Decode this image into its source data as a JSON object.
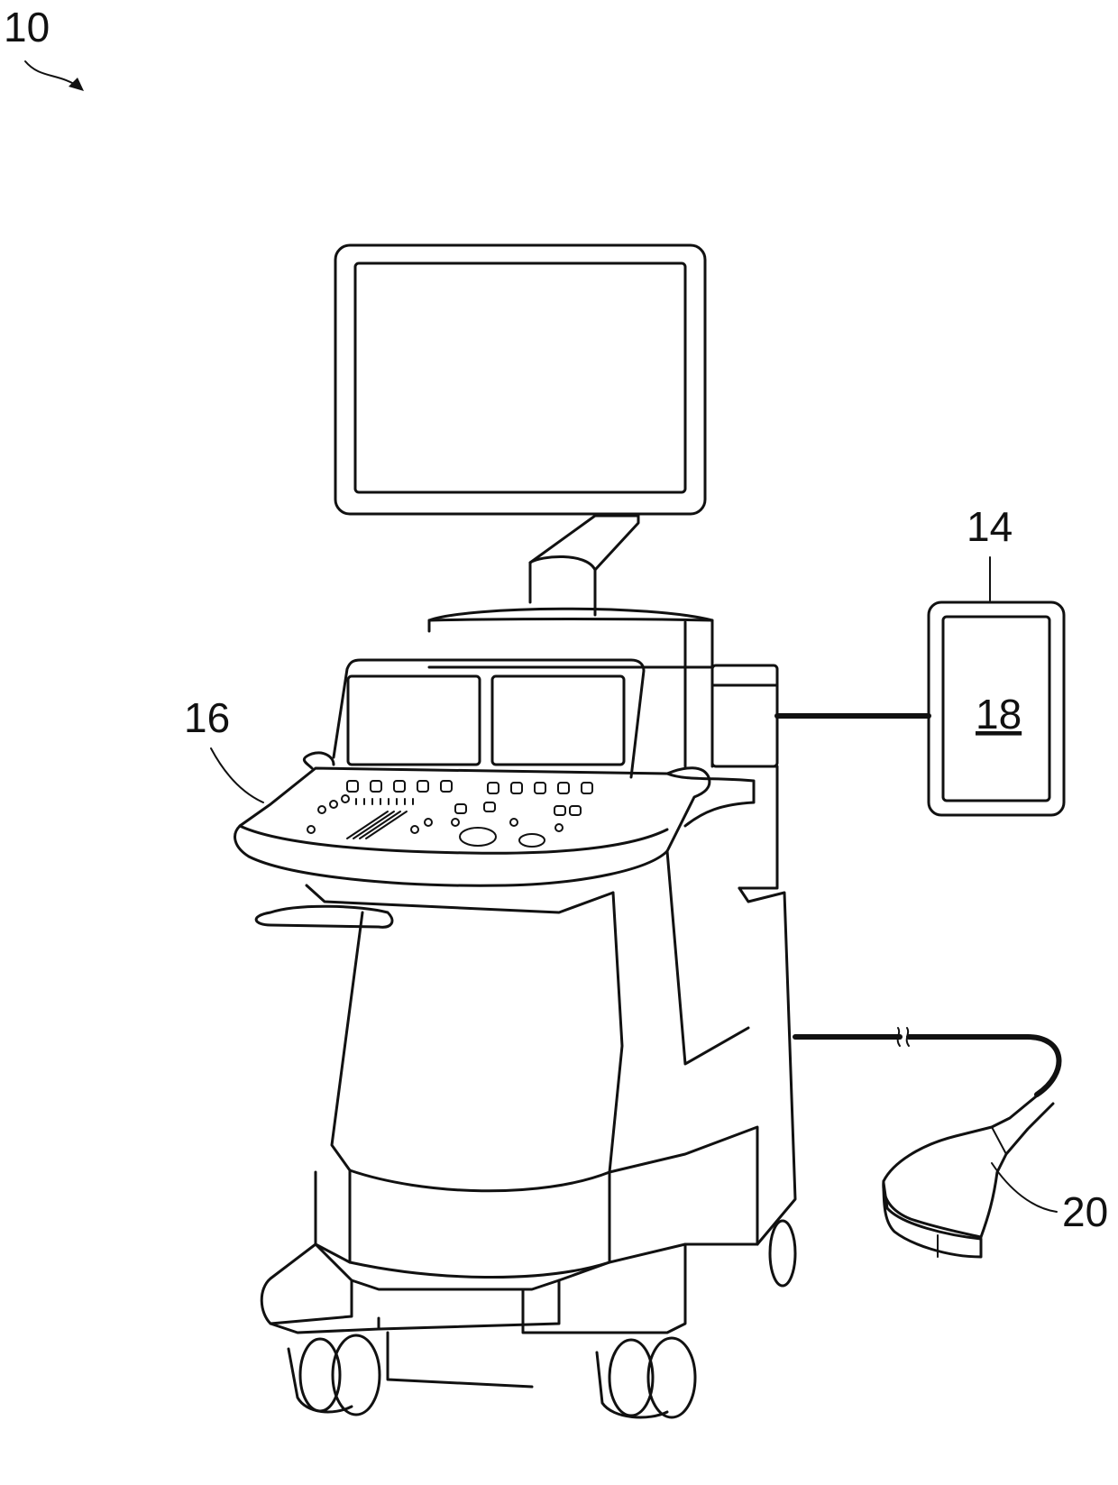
{
  "figure": {
    "ref_system": "10",
    "ref_tablet": "14",
    "ref_console": "16",
    "ref_tablet_screen": "18",
    "ref_probe": "20"
  }
}
